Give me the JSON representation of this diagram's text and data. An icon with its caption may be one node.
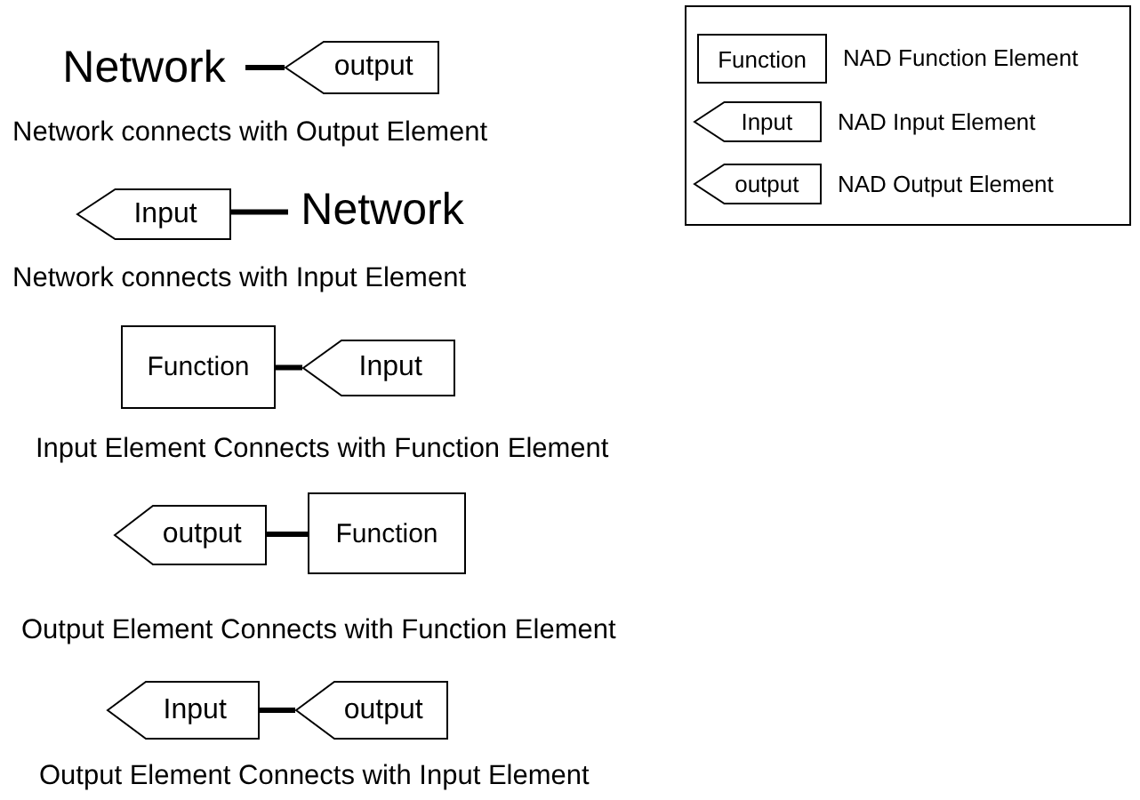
{
  "diagram": {
    "nodes": [
      {
        "text": [
          "Network"
        ]
      },
      {
        "text": [
          "output"
        ]
      },
      {
        "text": [
          "Input"
        ]
      },
      {
        "text": [
          "Network"
        ]
      },
      {
        "text": [
          "Function"
        ]
      },
      {
        "text": [
          "Input"
        ]
      },
      {
        "text": [
          "output"
        ]
      },
      {
        "text": [
          "Function"
        ]
      },
      {
        "text": [
          "Input"
        ]
      },
      {
        "text": [
          "output"
        ]
      },
      {
        "text": [
          "Function"
        ],
        "beside": [
          "NAD Function Element"
        ]
      },
      {
        "text": [
          "Input"
        ],
        "beside": [
          "NAD Input Element"
        ]
      },
      {
        "text": [
          "output"
        ],
        "beside": [
          "NAD Output Element"
        ]
      }
    ],
    "edges": [
      {
        "from": 0,
        "to": 1,
        "arrow": "none"
      },
      {
        "from": 2,
        "to": 3,
        "arrow": "none"
      },
      {
        "from": 4,
        "to": 5,
        "arrow": "none"
      },
      {
        "from": 6,
        "to": 7,
        "arrow": "none"
      },
      {
        "from": 8,
        "to": 9,
        "arrow": "none"
      }
    ],
    "labels": [
      "Network connects with Output Element",
      "Network connects with Input Element",
      "Input Element Connects with Function Element",
      "Output Element Connects with Function Element",
      "Output Element Connects with Input Element"
    ]
  }
}
